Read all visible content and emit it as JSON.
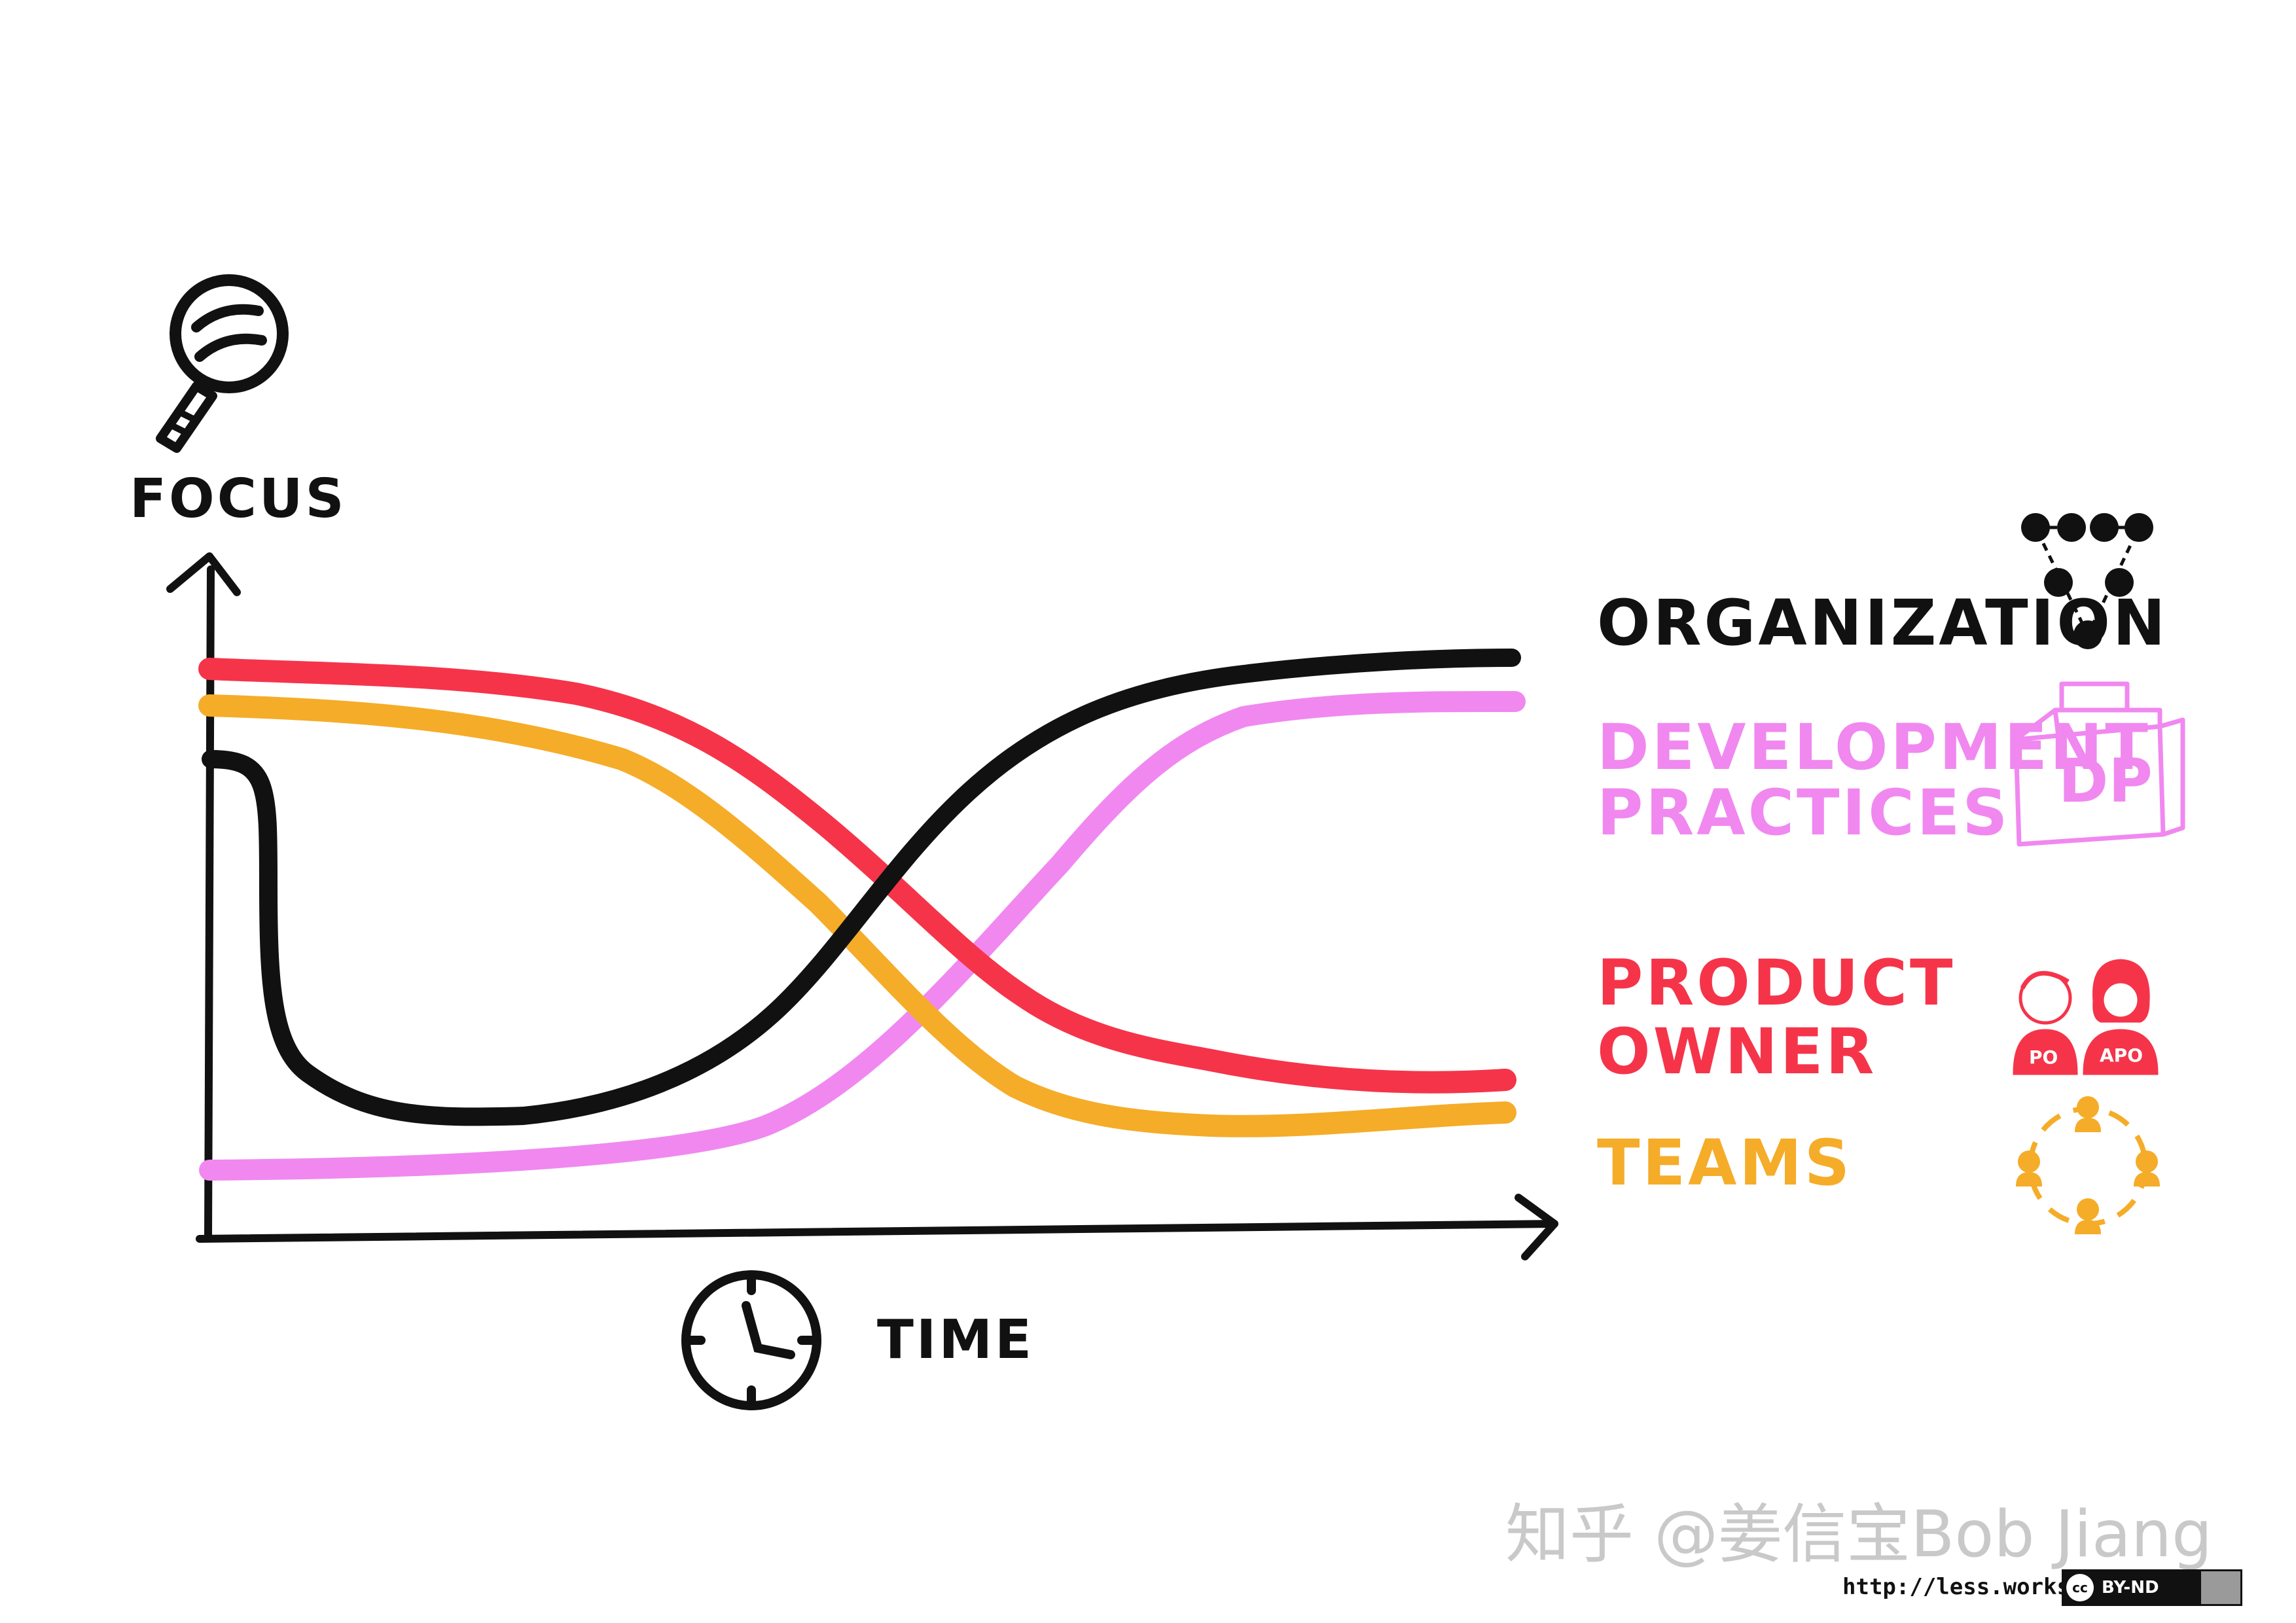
{
  "axes": {
    "y_label": "FOCUS",
    "x_label": "TIME"
  },
  "legend": [
    {
      "lines": [
        "ORGANIZATION"
      ],
      "color": "#111111",
      "icon": "team-network-icon"
    },
    {
      "lines": [
        "DEVELOPMENT",
        "PRACTICES"
      ],
      "color": "#f088f0",
      "icon": "dp-box-icon",
      "icon_text": "DP"
    },
    {
      "lines": [
        "PRODUCT",
        "OWNER"
      ],
      "color": "#f5344a",
      "icon": "product-owners-icon",
      "badges": [
        "PO",
        "APO"
      ]
    },
    {
      "lines": [
        "TEAMS"
      ],
      "color": "#f5ac28",
      "icon": "teams-circle-icon"
    }
  ],
  "colors": {
    "organization": "#111111",
    "development_practices": "#f088f0",
    "product_owner": "#f5344a",
    "teams": "#f5ac28"
  },
  "watermark": "知乎 @姜信宝Bob Jiang",
  "footer": {
    "url": "http://less.works",
    "license_cc": "cc",
    "license": "BY-ND"
  }
}
